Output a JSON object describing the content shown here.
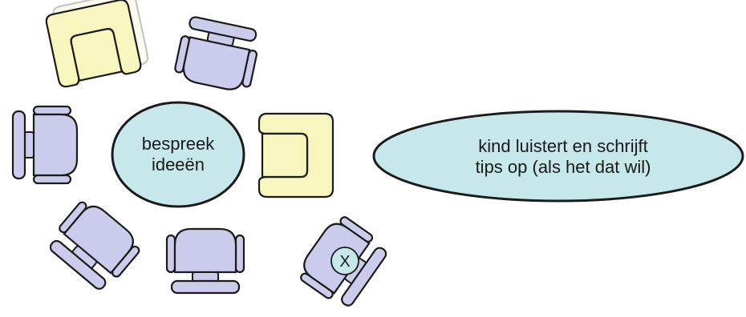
{
  "table": {
    "label_lines": [
      "bespreek",
      "ideeën"
    ],
    "fill": "#c6e8ea"
  },
  "note": {
    "label_lines": [
      "kind luistert en schrijft",
      "tips op (als het dat wil)"
    ],
    "fill": "#c6e8ea"
  },
  "marked_chair": {
    "mark": "X"
  },
  "colors": {
    "office_chair": "#cbcbec",
    "armchair": "#f8f6bf",
    "outline": "#1b1b1b",
    "shadow": "#b9b9b9"
  },
  "icons": [
    "armchair",
    "office-chair",
    "marked-office-chair"
  ]
}
